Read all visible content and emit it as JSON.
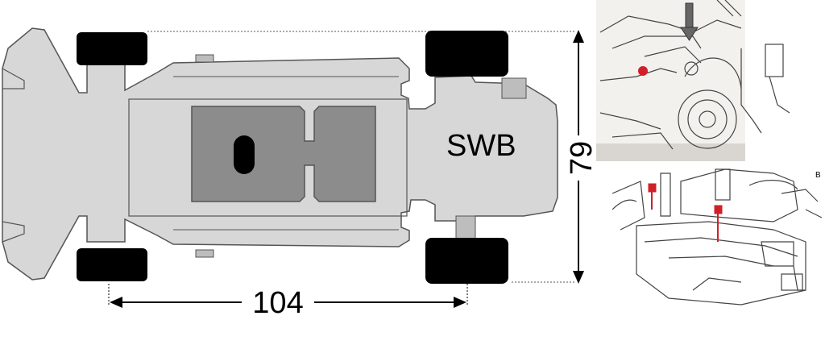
{
  "diagram": {
    "chassis_label": "SWB",
    "wheelbase_label": "104",
    "track_width_label": "79"
  },
  "photos": {
    "top_right_caption": "",
    "bottom_right_letter": "B"
  },
  "colors": {
    "chassis_fill": "#d7d7d7",
    "chassis_stroke": "#555555",
    "battery_fill": "#8c8c8c",
    "tire_fill": "#000000",
    "motor_fill": "#bdbdbd",
    "red_part": "#d0202a",
    "dim_line": "#000000"
  }
}
